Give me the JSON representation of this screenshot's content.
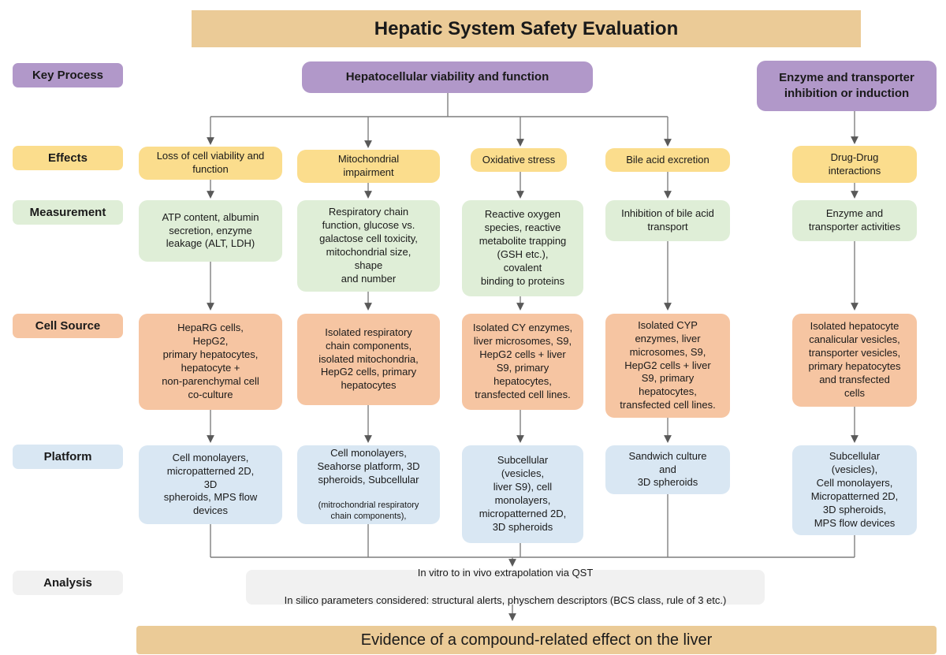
{
  "title": "Hepatic System Safety Evaluation",
  "footer": "Evidence of a compound-related effect on the liver",
  "row_labels": {
    "key_process": "Key Process",
    "effects": "Effects",
    "measurement": "Measurement",
    "cell_source": "Cell Source",
    "platform": "Platform",
    "analysis": "Analysis"
  },
  "key_processes": {
    "hepatocellular": "Hepatocellular viability and function",
    "enzyme_transporter": "Enzyme and transporter\ninhibition or induction"
  },
  "columns": [
    {
      "effect": "Loss of cell viability and\nfunction",
      "measurement": "ATP content, albumin\nsecretion, enzyme\nleakage (ALT, LDH)",
      "cell_source": "HepaRG cells,\nHepG2,\nprimary hepatocytes,\nhepatocyte +\nnon-parenchymal cell\nco-culture",
      "platform": "Cell monolayers,\nmicropatterned 2D,\n3D\nspheroids, MPS flow\ndevices"
    },
    {
      "effect": "Mitochondrial\nimpairment",
      "measurement": "Respiratory chain\nfunction, glucose vs.\ngalactose cell toxicity,\nmitochondrial size,\nshape\nand number",
      "cell_source": "Isolated respiratory\nchain components,\nisolated mitochondria,\nHepG2 cells, primary\nhepatocytes",
      "platform": "Cell monolayers,\nSeahorse platform, 3D\nspheroids, Subcellular",
      "platform_note": "(mitrochondrial respiratory\nchain components),"
    },
    {
      "effect": "Oxidative stress",
      "measurement": "Reactive oxygen\nspecies, reactive\nmetabolite trapping\n(GSH etc.),\ncovalent\nbinding to proteins",
      "cell_source": "Isolated CY enzymes,\nliver microsomes, S9,\nHepG2 cells + liver\nS9, primary\nhepatocytes,\ntransfected cell lines.",
      "platform": "Subcellular\n(vesicles,\nliver S9), cell\nmonolayers,\nmicropatterned 2D,\n3D spheroids"
    },
    {
      "effect": "Bile acid excretion",
      "measurement": "Inhibition of bile acid\ntransport",
      "cell_source": "Isolated CYP\nenzymes, liver\nmicrosomes, S9,\nHepG2 cells + liver\nS9, primary\nhepatocytes,\ntransfected cell lines.",
      "platform": "Sandwich culture\nand\n3D spheroids"
    },
    {
      "effect": "Drug-Drug\ninteractions",
      "measurement": "Enzyme and\ntransporter activities",
      "cell_source": "Isolated hepatocyte\ncanalicular vesicles,\ntransporter vesicles,\nprimary hepatocytes\nand transfected\ncells",
      "platform": "Subcellular\n(vesicles),\nCell monolayers,\nMicropatterned 2D,\n3D spheroids,\nMPS flow devices"
    }
  ],
  "analysis": {
    "line1": "In vitro to in vivo extrapolation via QST",
    "line2": "In silico parameters considered: structural alerts, physchem descriptors (BCS class, rule of 3 etc.)"
  },
  "colors": {
    "tan": "#ebcb97",
    "purple": "#b198c9",
    "yellow": "#fbdd8d",
    "green": "#dfeed7",
    "orange": "#f6c5a2",
    "blue": "#d9e7f3",
    "gray": "#f1f1f1",
    "line": "#7f7f7f",
    "arrow": "#595959",
    "text": "#1a1a1a"
  }
}
